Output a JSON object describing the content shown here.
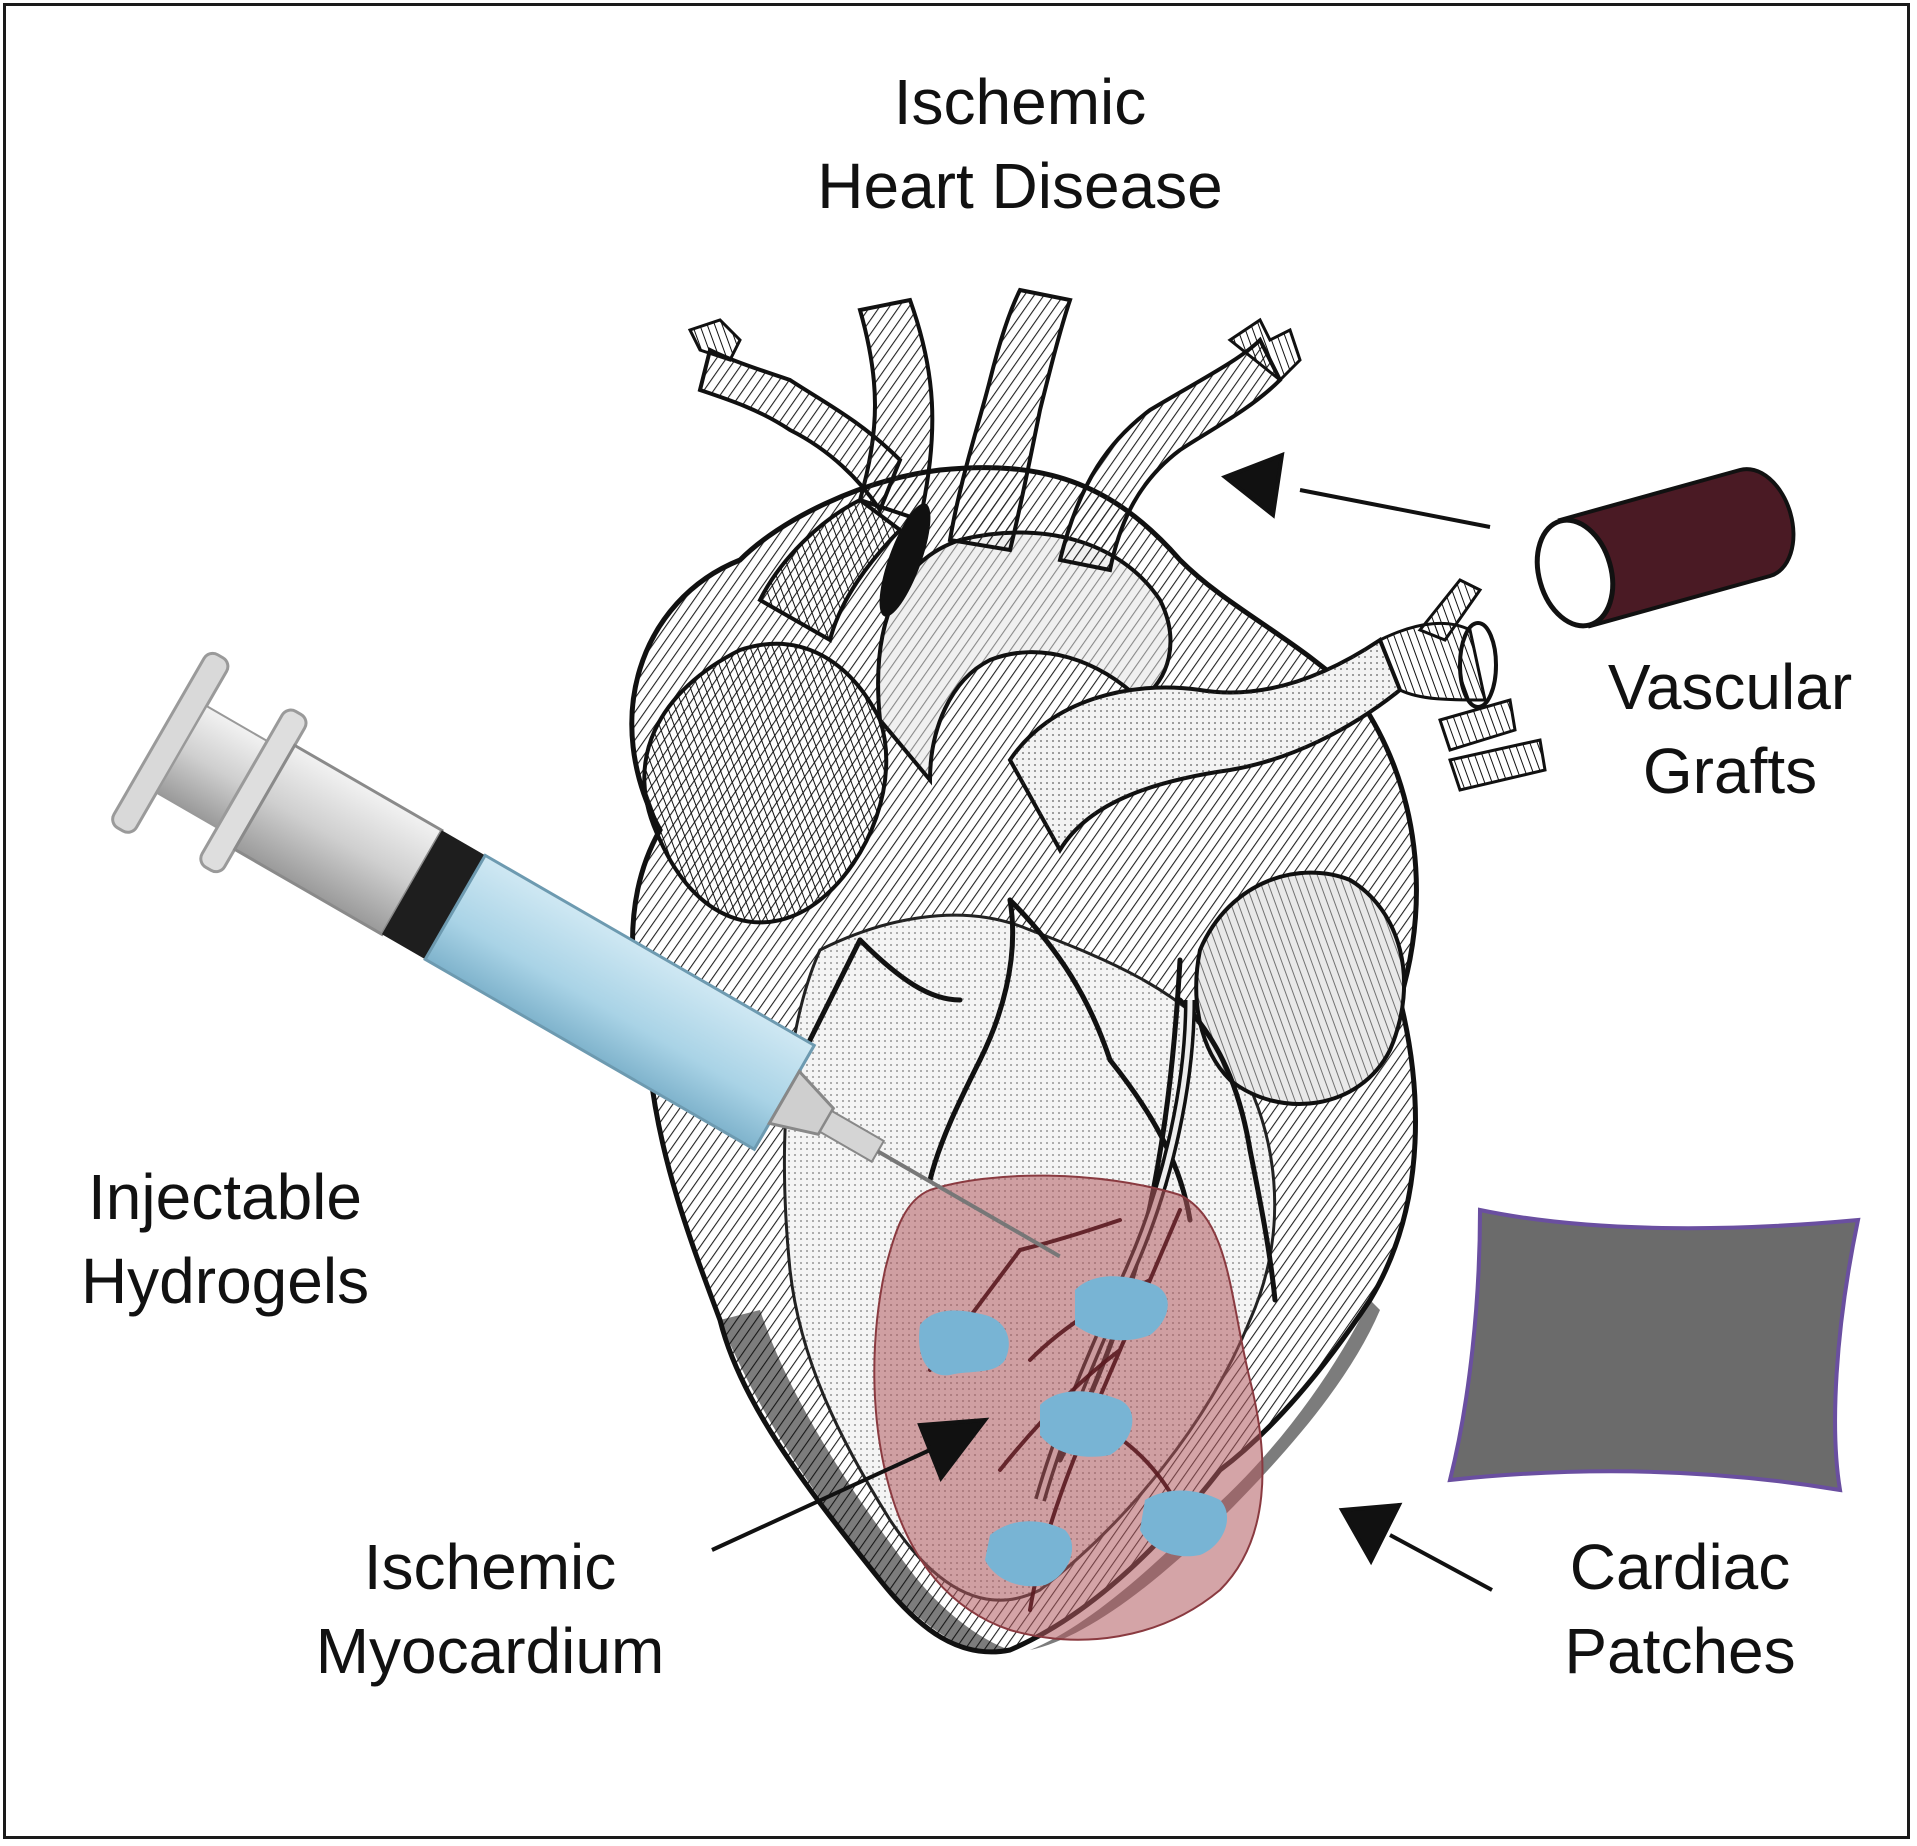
{
  "title": {
    "line1": "Ischemic",
    "line2": "Heart Disease"
  },
  "labels": {
    "vascular_grafts": {
      "line1": "Vascular",
      "line2": "Grafts"
    },
    "injectable_hydrogels": {
      "line1": "Injectable",
      "line2": "Hydrogels"
    },
    "ischemic_myocardium": {
      "line1": "Ischemic",
      "line2": "Myocardium"
    },
    "cardiac_patches": {
      "line1": "Cardiac",
      "line2": "Patches"
    }
  },
  "colors": {
    "ischemic_region": "#b05a5e",
    "hydrogel_blobs": "#78b4d4",
    "syringe_fluid": "#a9d3e6",
    "graft_tube": "#4a1a24",
    "patch_fill": "#6b6b6b",
    "patch_border": "#6a4fa0"
  }
}
